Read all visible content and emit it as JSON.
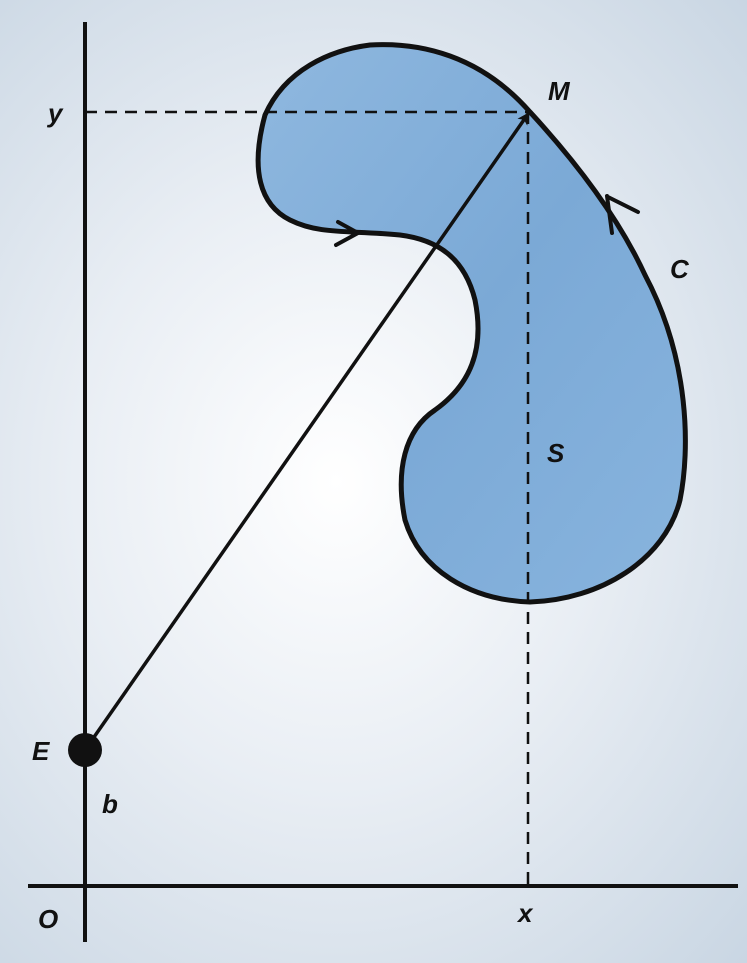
{
  "labels": {
    "y_axis": "y",
    "x_axis": "x",
    "origin": "O",
    "point_e": "E",
    "point_b": "b",
    "point_m": "M",
    "curve_c": "C",
    "region_s": "S"
  },
  "colors": {
    "region_fill": "#7ba9d6",
    "stroke": "#111111",
    "background_center": "#ffffff",
    "background_edge": "#c9d6e3"
  }
}
